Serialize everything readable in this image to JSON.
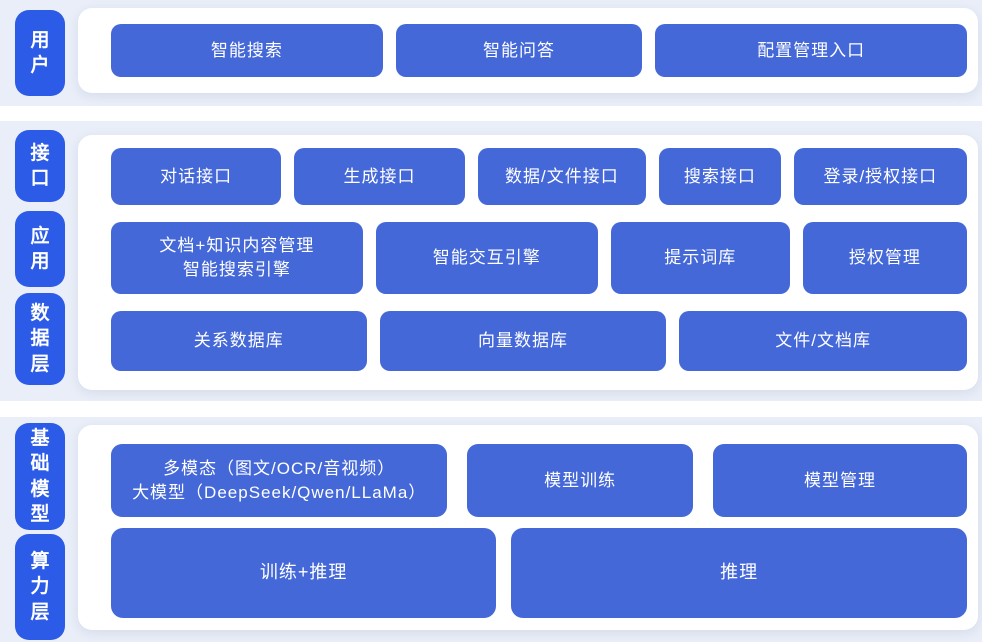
{
  "diagram": {
    "title": "AI platform layered architecture",
    "colors": {
      "band_bg": "#e9eef8",
      "card_bg": "#ffffff",
      "pill_blue": "#2c5be8",
      "button_blue": "#4568d8",
      "text": "#ffffff"
    },
    "sections": [
      {
        "name": "user-layer",
        "pills": [
          {
            "label": "用户"
          }
        ],
        "rows": [
          {
            "buttons": [
              {
                "label": "智能搜索"
              },
              {
                "label": "智能问答"
              },
              {
                "label": "配置管理入口"
              }
            ]
          }
        ]
      },
      {
        "name": "interface-app-data-layer",
        "pills": [
          {
            "label": "接口"
          },
          {
            "label": "应用"
          },
          {
            "label": "数据层"
          }
        ],
        "rows": [
          {
            "buttons": [
              {
                "label": "对话接口"
              },
              {
                "label": "生成接口"
              },
              {
                "label": "数据/文件接口"
              },
              {
                "label": "搜索接口"
              },
              {
                "label": "登录/授权接口"
              }
            ]
          },
          {
            "buttons": [
              {
                "label": "文档+知识内容管理\n智能搜索引擎"
              },
              {
                "label": "智能交互引擎"
              },
              {
                "label": "提示词库"
              },
              {
                "label": "授权管理"
              }
            ]
          },
          {
            "buttons": [
              {
                "label": "关系数据库"
              },
              {
                "label": "向量数据库"
              },
              {
                "label": "文件/文档库"
              }
            ]
          }
        ]
      },
      {
        "name": "model-compute-layer",
        "pills": [
          {
            "label": "基础模型"
          },
          {
            "label": "算力层"
          }
        ],
        "rows": [
          {
            "buttons": [
              {
                "label": "多模态（图文/OCR/音视频）\n大模型（DeepSeek/Qwen/LLaMa）"
              },
              {
                "label": "模型训练"
              },
              {
                "label": "模型管理"
              }
            ]
          },
          {
            "buttons": [
              {
                "label": "训练+推理"
              },
              {
                "label": "推理"
              }
            ]
          }
        ]
      }
    ]
  }
}
